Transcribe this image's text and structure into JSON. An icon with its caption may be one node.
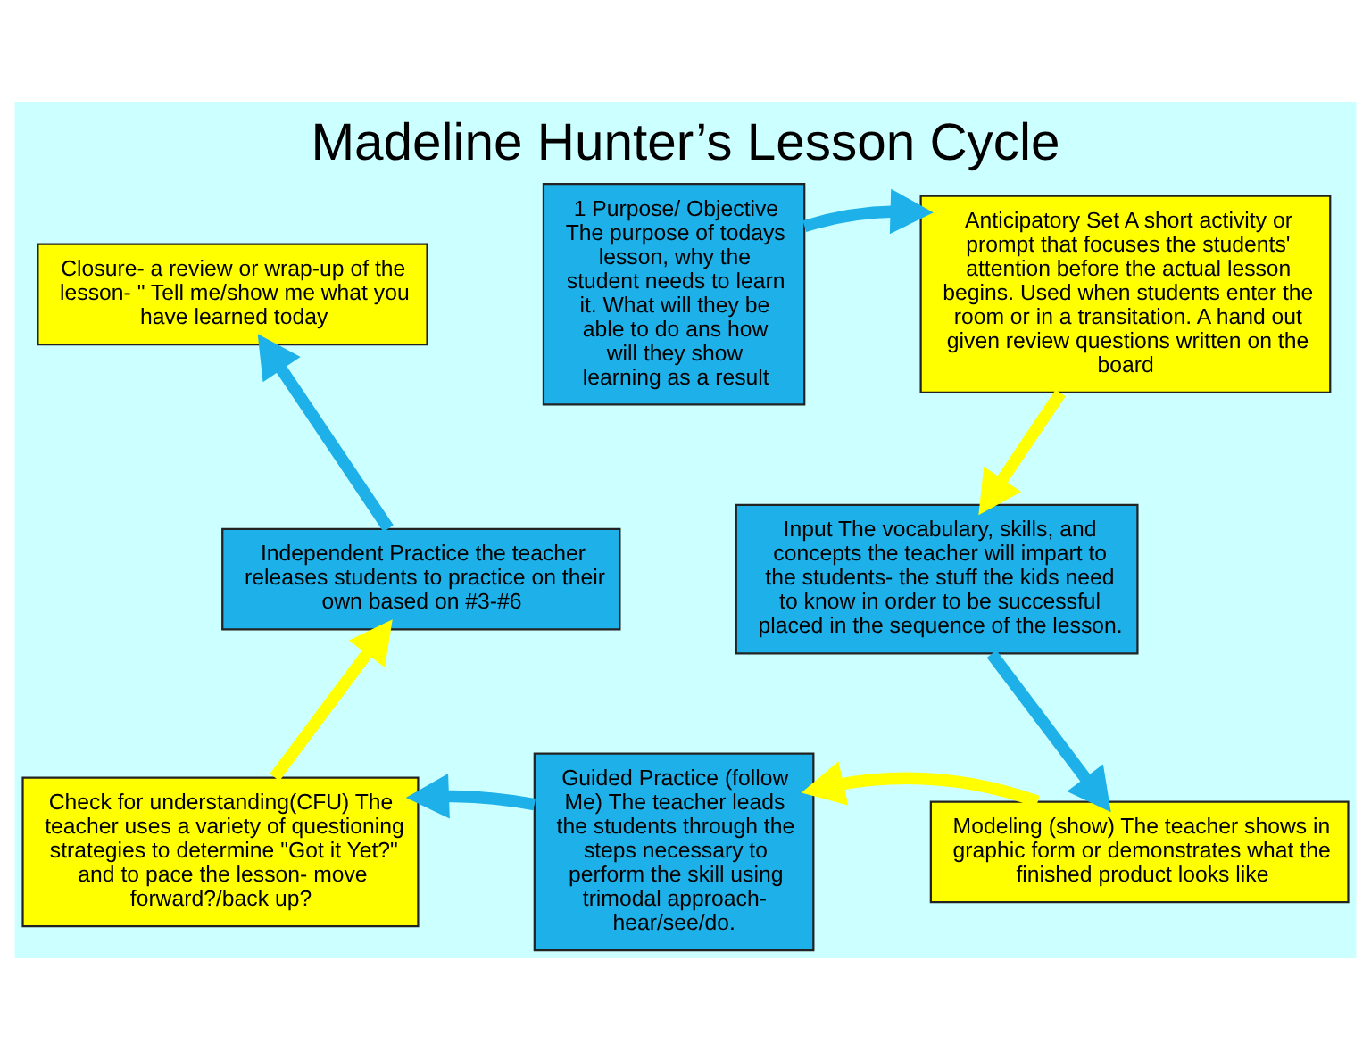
{
  "diagram": {
    "title": "Madeline Hunter’s Lesson Cycle",
    "nodes": [
      {
        "text": [
          "Closure- a review or wrap-up of the lesson- \" Tell me/show me what you have learned today"
        ]
      },
      {
        "text": [
          "1 Purpose/ Objective The purpose of todays lesson, why the student needs to learn it. What will they be able to do ans how will they show learning as a result"
        ]
      },
      {
        "text": [
          "Anticipatory Set A short activity or prompt that focuses the students' attention before the actual lesson begins. Used when students enter the room or in a transitation. A hand out given review questions written on the board"
        ]
      },
      {
        "text": [
          "Input The vocabulary, skills, and concepts the teacher will impart to the students- the stuff the kids need to know in order to be successful placed in the sequence of the lesson."
        ]
      },
      {
        "text": [
          "Independent Practice the teacher releases students to practice on their own based on #3-#6"
        ]
      },
      {
        "text": [
          "Modeling (show) The teacher shows in graphic form or demonstrates what the finished product looks like"
        ]
      },
      {
        "text": [
          "Guided Practice (follow Me) The teacher leads the students through the steps necessary to perform the skill using trimodal approach- hear/see/do."
        ]
      },
      {
        "text": [
          "Check for understanding(CFU) The teacher uses a variety of questioning strategies to determine \"Got it Yet?\" and to pace the lesson- move forward?/back up?"
        ]
      }
    ],
    "edges": [
      {
        "from": 1,
        "to": 2,
        "arrow": "to"
      },
      {
        "from": 2,
        "to": 3,
        "arrow": "to",
        "color": "#ffff00"
      },
      {
        "from": 3,
        "to": 5,
        "arrow": "to"
      },
      {
        "from": 5,
        "to": 6,
        "arrow": "to",
        "color": "#ffff00"
      },
      {
        "from": 6,
        "to": 7,
        "arrow": "to"
      },
      {
        "from": 7,
        "to": 4,
        "arrow": "to",
        "color": "#ffff00"
      },
      {
        "from": 4,
        "to": 0,
        "arrow": "to"
      }
    ]
  }
}
